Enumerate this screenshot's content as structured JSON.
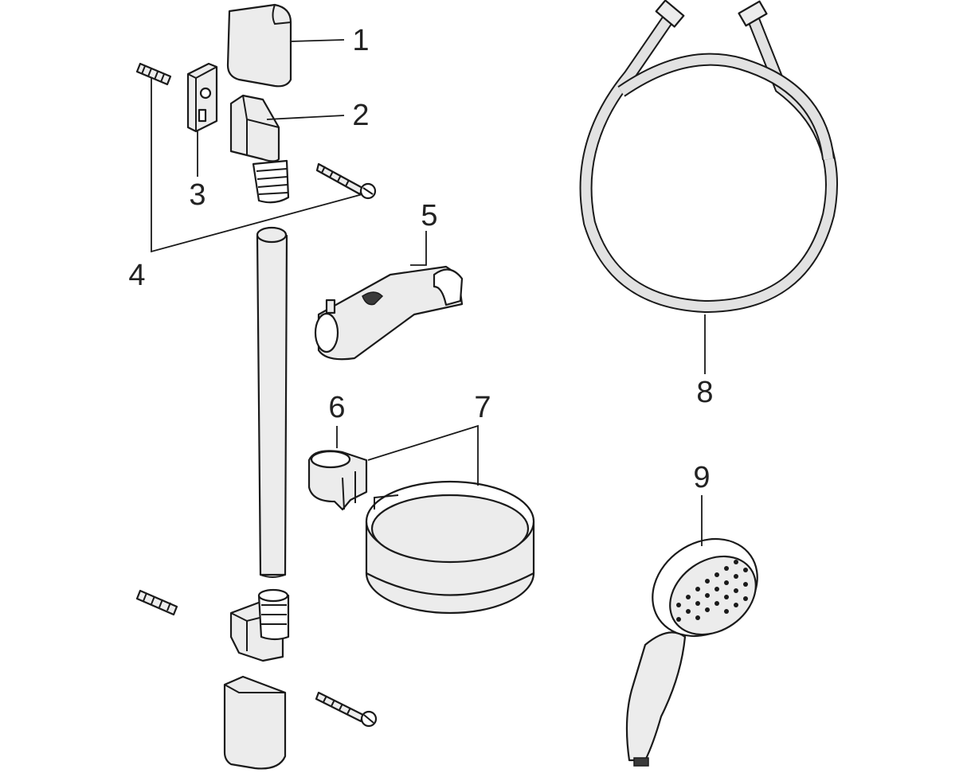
{
  "labels": [
    "1",
    "2",
    "3",
    "4",
    "5",
    "6",
    "7",
    "8",
    "9"
  ],
  "colors": {
    "line": "#1a1a1a",
    "fill": "#ececec",
    "background": "#ffffff"
  }
}
